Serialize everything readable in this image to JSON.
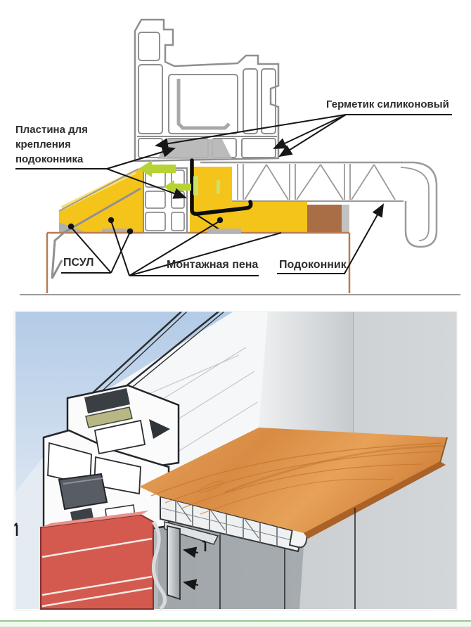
{
  "top_diagram": {
    "labels": {
      "plate": "Пластина для крепления подоконника",
      "sealant": "Герметик силиконовый",
      "psul": "ПСУЛ",
      "foam": "Монтажная пена",
      "sill": "Подоконник"
    },
    "colors": {
      "foam_yellow": "#f4c41b",
      "foam_light": "#f8df6e",
      "arrow_green": "#b5d335",
      "packer_green": "#cbe268",
      "psul_gray": "#b0b0b0",
      "plate_gray": "#b5b5b5",
      "wall_outline_brown": "#b97a50",
      "wood_block_brown": "#a96e46",
      "profile_gray": "#8f8f8f",
      "annotation_black": "#161616"
    }
  },
  "bottom_photo": {
    "colors": {
      "sky_blue": "#b7cde8",
      "wood_orange": "#d88b43",
      "brick_red": "#d45a50",
      "wall_gray": "#c6cacd",
      "steel_gray": "#575d63",
      "pvc_white": "#f6f7f8"
    }
  },
  "footer": {
    "strip_green": "#97c88e"
  }
}
